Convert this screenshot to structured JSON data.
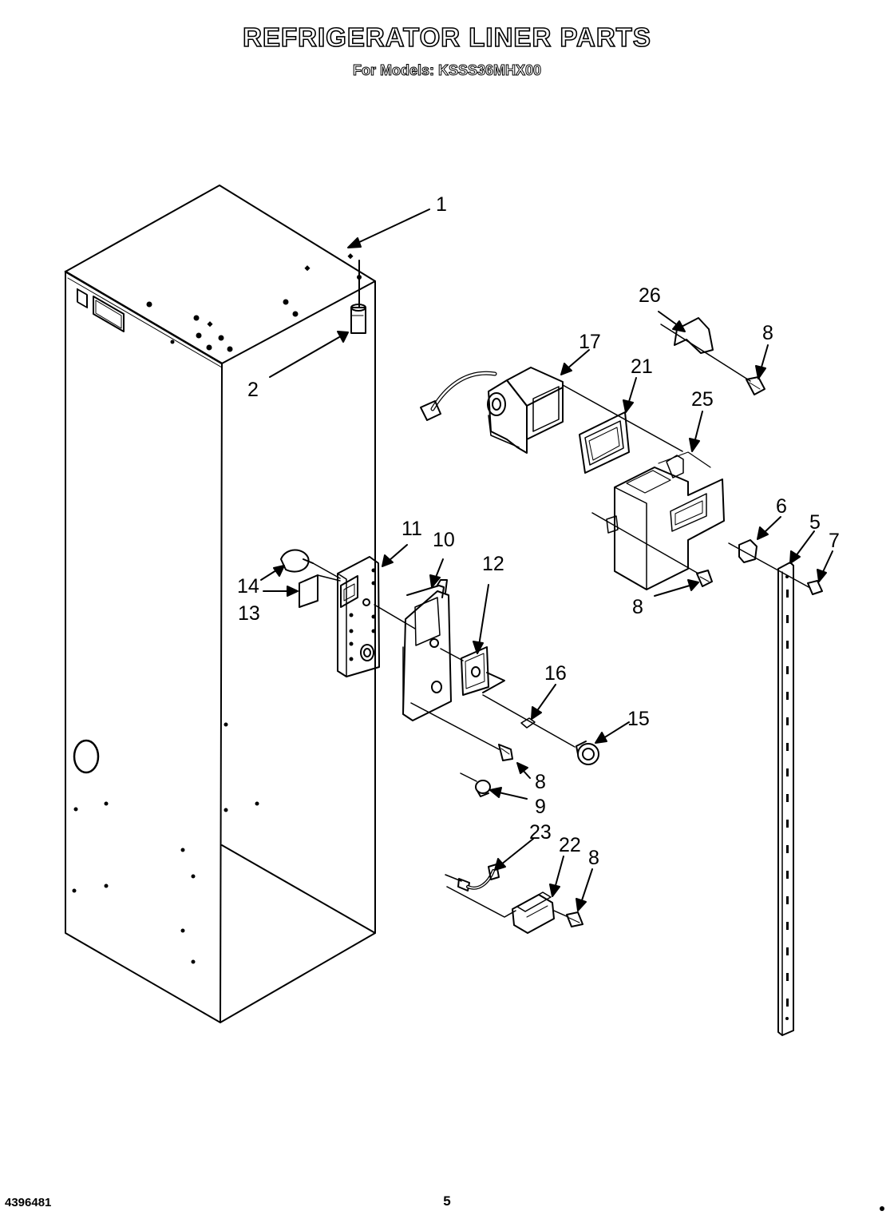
{
  "header": {
    "title": "REFRIGERATOR LINER PARTS",
    "subtitle": "For Models: KSSS36MHX00"
  },
  "footer": {
    "doc_number": "4396481",
    "page_number": "5"
  },
  "callouts": {
    "c1": "1",
    "c2": "2",
    "c5": "5",
    "c6": "6",
    "c7": "7",
    "c8a": "8",
    "c8b": "8",
    "c8c": "8",
    "c8d": "8",
    "c9": "9",
    "c10": "10",
    "c11": "11",
    "c12": "12",
    "c13": "13",
    "c14": "14",
    "c15": "15",
    "c16": "16",
    "c17": "17",
    "c21": "21",
    "c22": "22",
    "c23": "23",
    "c25": "25",
    "c26": "26"
  }
}
